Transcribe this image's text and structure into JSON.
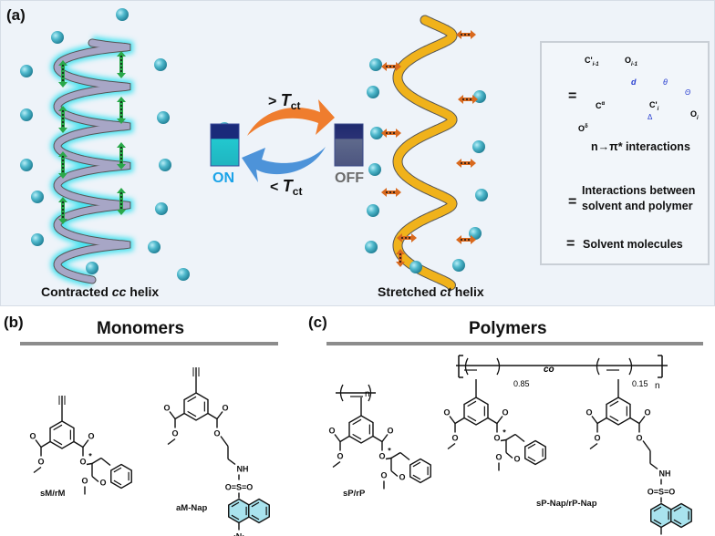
{
  "panel_a": {
    "label": "(a)",
    "left_caption_pre": "Contracted ",
    "left_caption_em": "cc",
    "left_caption_post": " helix",
    "right_caption_pre": "Stretched ",
    "right_caption_em": "ct",
    "right_caption_post": " helix",
    "heat_label_pre": "> ",
    "cool_label_pre": "< ",
    "t_symbol": "T",
    "t_sub": "ct",
    "on_label": "ON",
    "off_label": "OFF",
    "colors": {
      "on": "#1aa3e8",
      "off": "#6b6b6b",
      "heat_arrow": "#ef7d2e",
      "cool_arrow": "#4d93d9",
      "helix_cc": "#a7a6c6",
      "helix_ct": "#f0b21b",
      "glow": "#4de3f0",
      "solvent": "#4fb8cc",
      "green_arrow": "#2aa84a",
      "orange_arrow": "#d9691e"
    },
    "legend": {
      "n_pi_label": "n→π* interactions",
      "atoms": {
        "c_prev": "C'",
        "c_prev_sub": "i-1",
        "o_prev": "O",
        "o_prev_sub": "i-1",
        "c_alpha": "C",
        "c_alpha_sub": "i",
        "c_alpha_sup": "α",
        "c_i": "C'",
        "c_i_sub": "i",
        "o_i": "O",
        "o_i_sub": "i",
        "o_delta": "O",
        "o_delta_sub": "i",
        "o_delta_sup": "δ",
        "d": "d",
        "theta": "θ",
        "Theta": "Θ",
        "Delta": "Δ"
      },
      "equals": "=",
      "interactions_label_1": "Interactions between",
      "interactions_label_2": "solvent and polymer",
      "solvent_label": "Solvent molecules"
    }
  },
  "panel_b": {
    "label": "(b)",
    "title": "Monomers",
    "compounds": [
      "sM/rM",
      "aM-Nap"
    ]
  },
  "panel_c": {
    "label": "(c)",
    "title": "Polymers",
    "compounds": [
      "sP/rP",
      "sP-Nap/rP-Nap"
    ],
    "fraction_1": "0.85",
    "fraction_2": "0.15",
    "co": "co",
    "n": "n"
  },
  "atoms": {
    "o": "O",
    "nh": "NH",
    "so2": "O=S=O",
    "n": "N",
    "star": "*"
  }
}
